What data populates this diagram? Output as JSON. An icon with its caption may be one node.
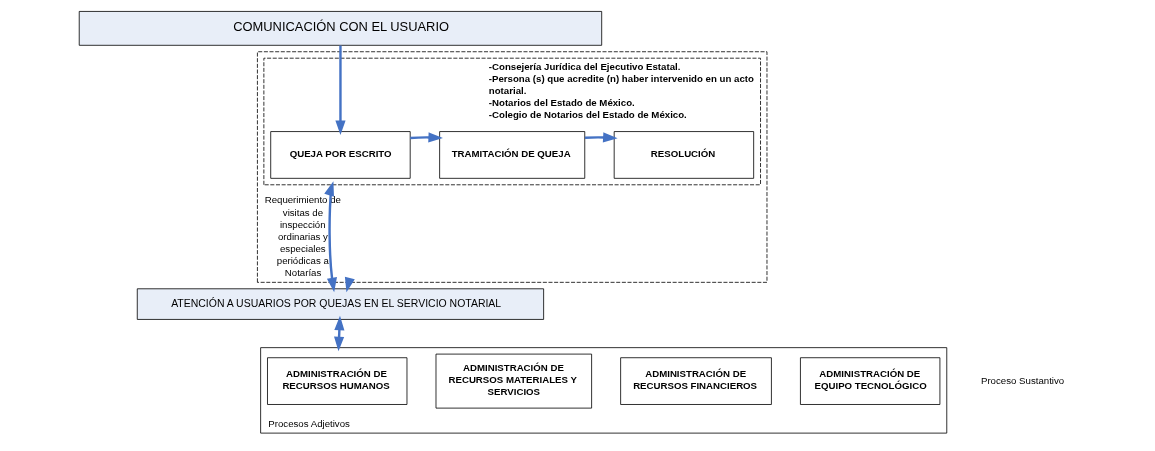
{
  "diagram": {
    "nodes": [
      {
        "text": [
          "COMUNICACIÓN CON EL USUARIO"
        ]
      },
      {
        "text": [
          "Requerimiento de visitas de inspección ordinarias y especiales periódicas a Notarías"
        ]
      },
      {
        "text": [
          "-Consejería Jurídica del Ejecutivo Estatal.",
          "-Persona (s) que acredite (n) haber intervenido en un acto notarial.",
          "-Notarios del Estado de México.",
          "-Colegio de Notarios del Estado de México."
        ],
        "in": 1
      },
      {
        "text": [
          "QUEJA POR ESCRITO"
        ],
        "in": 2
      },
      {
        "text": [
          "TRAMITACIÓN DE QUEJA"
        ],
        "in": 2
      },
      {
        "text": [
          "RESOLUCIÓN"
        ],
        "in": 2
      },
      {
        "text": [
          "ATENCIÓN A USUARIOS POR QUEJAS EN EL SERVICIO NOTARIAL"
        ]
      },
      {
        "text": [
          "Procesos Adjetivos"
        ]
      },
      {
        "text": [
          "ADMINISTRACIÓN DE RECURSOS HUMANOS"
        ],
        "in": 7
      },
      {
        "text": [
          "ADMINISTRACIÓN DE RECURSOS MATERIALES Y SERVICIOS"
        ],
        "in": 7
      },
      {
        "text": [
          "ADMINISTRACIÓN DE RECURSOS FINANCIEROS"
        ],
        "in": 7
      },
      {
        "text": [
          "ADMINISTRACIÓN DE EQUIPO TECNOLÓGICO"
        ],
        "in": 7
      }
    ],
    "edges": [
      {
        "from": 0,
        "to": 3,
        "arrow": "to"
      },
      {
        "from": 3,
        "to": 4,
        "arrow": "to"
      },
      {
        "from": 4,
        "to": 5,
        "arrow": "to"
      },
      {
        "from": 2,
        "to": 6,
        "arrow": "both"
      },
      {
        "from": 1,
        "to": 6,
        "arrow": "to"
      },
      {
        "from": 6,
        "to": 7,
        "arrow": "both"
      }
    ],
    "labels": [
      "Proceso Sustantivo"
    ]
  }
}
